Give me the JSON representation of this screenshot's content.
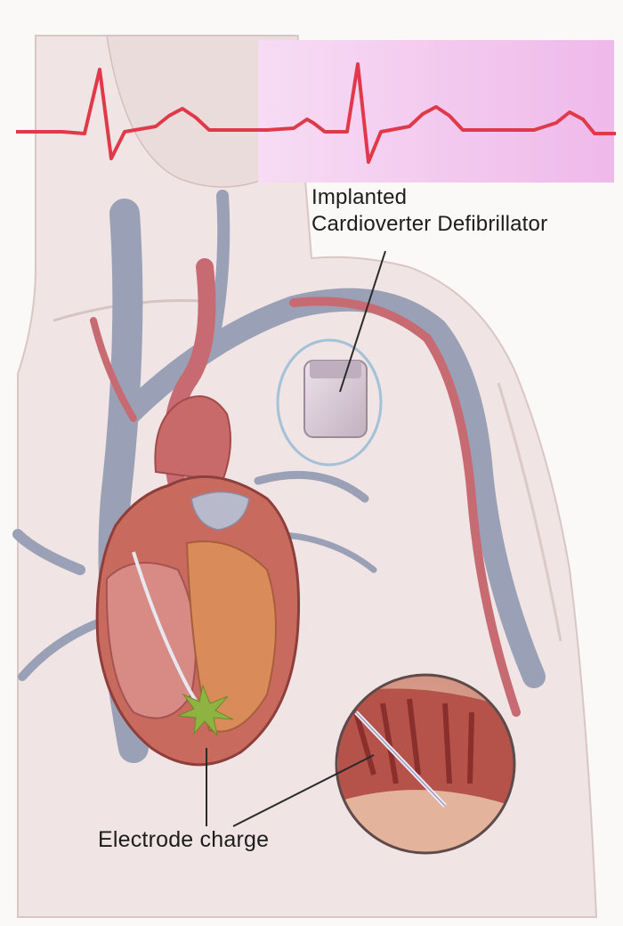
{
  "labels": {
    "icd_line1": "Implanted",
    "icd_line2": "Cardioverter Defibrillator",
    "electrode": "Electrode charge"
  },
  "colors": {
    "ecg_trace": "#e03a4a",
    "ecg_panel": "#f1c2ec",
    "skin": "#efe1e1",
    "vein": "#8f97ad",
    "artery": "#c8616a",
    "heart_muscle": "#c96a5e",
    "device": "#d7c7d3",
    "spark": "#7fa43a"
  }
}
